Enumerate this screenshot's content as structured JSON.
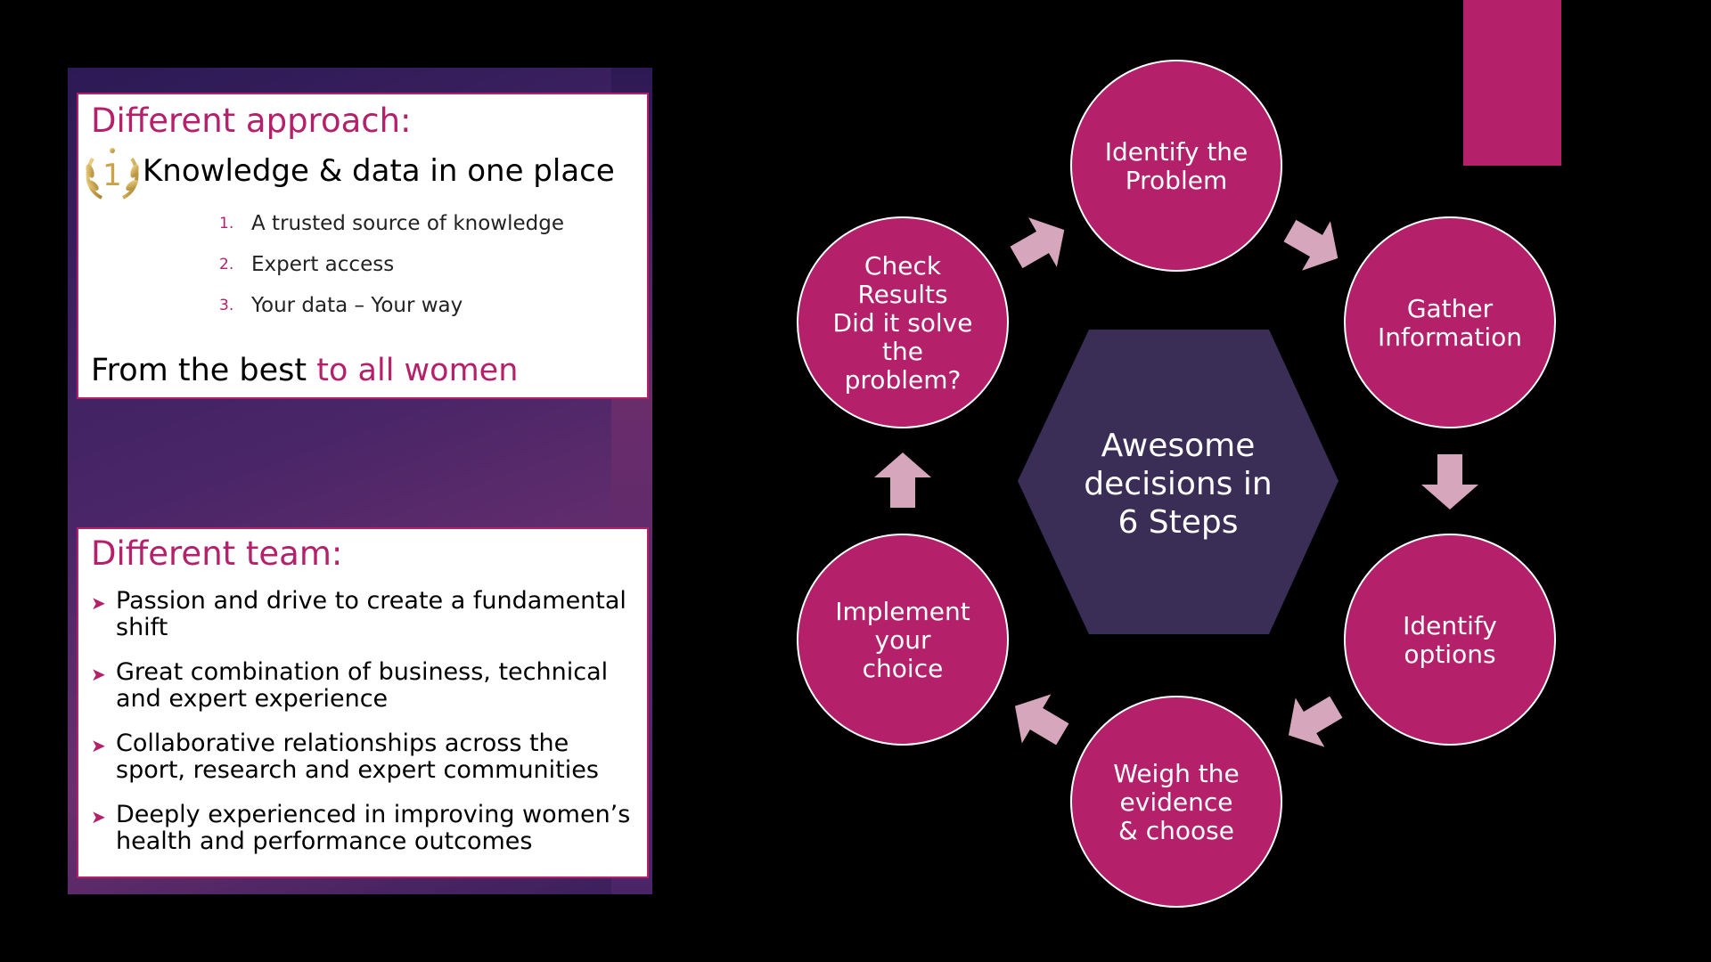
{
  "left": {
    "approach": {
      "title": "Different approach:",
      "headline": "Knowledge & data in one place",
      "badge_icon": "laurel-number-one-icon",
      "badge_number": "1",
      "items": [
        {
          "num": "1.",
          "text": "A trusted source of knowledge"
        },
        {
          "num": "2.",
          "text": "Expert access"
        },
        {
          "num": "3.",
          "text": "Your data – Your way"
        }
      ],
      "tagline_start": "From the best",
      "tagline_highlight": "to all women"
    },
    "team": {
      "title": "Different team:",
      "bullet_icon": "arrow-bullet-icon",
      "items": [
        "Passion and drive to create a fundamental shift",
        "Great combination of business, technical and expert experience",
        "Collaborative relationships across the sport, research and expert communities",
        "Deeply experienced in improving women’s health and performance outcomes"
      ]
    }
  },
  "cycle": {
    "center": [
      "Awesome",
      "decisions in",
      "6 Steps"
    ],
    "steps": [
      {
        "lines": [
          "Identify the",
          "Problem"
        ]
      },
      {
        "lines": [
          "Gather",
          "Information"
        ]
      },
      {
        "lines": [
          "Identify",
          "options"
        ]
      },
      {
        "lines": [
          "Weigh the",
          "evidence",
          "& choose"
        ]
      },
      {
        "lines": [
          "Implement",
          "your",
          "choice"
        ]
      },
      {
        "lines": [
          "Check",
          "Results",
          "Did it solve",
          "the",
          "problem?"
        ]
      }
    ],
    "arrow_icon": "flow-arrow-icon"
  },
  "colors": {
    "background": "#000000",
    "accent": "#b4206a",
    "hexagon": "#3a2d56",
    "arrow": "#d6a7bc",
    "panel": "#4a2668"
  }
}
